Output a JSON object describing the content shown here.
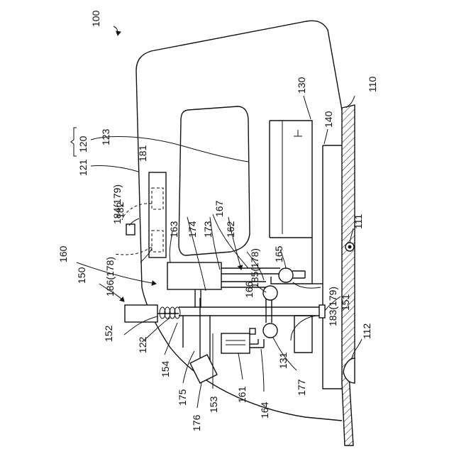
{
  "labels": {
    "l100": "100",
    "l110": "110",
    "l111": "111",
    "l112": "112",
    "l120": "120",
    "l121": "121",
    "l122": "122",
    "l123": "123",
    "l130": "130",
    "l131": "131",
    "l140": "140",
    "l150": "150",
    "l151": "151",
    "l152": "152",
    "l153": "153",
    "l154": "154",
    "l160": "160",
    "l161": "161",
    "l162": "162",
    "l163": "163",
    "l164": "164",
    "l165": "165",
    "l166": "166",
    "l167": "167",
    "l173": "173",
    "l174": "174",
    "l175": "175",
    "l176": "176",
    "l177": "177",
    "l181": "181",
    "l182": "182",
    "l183": "183(179)",
    "l184": "184(179)",
    "l185": "185(178)",
    "l186": "186(178)"
  }
}
